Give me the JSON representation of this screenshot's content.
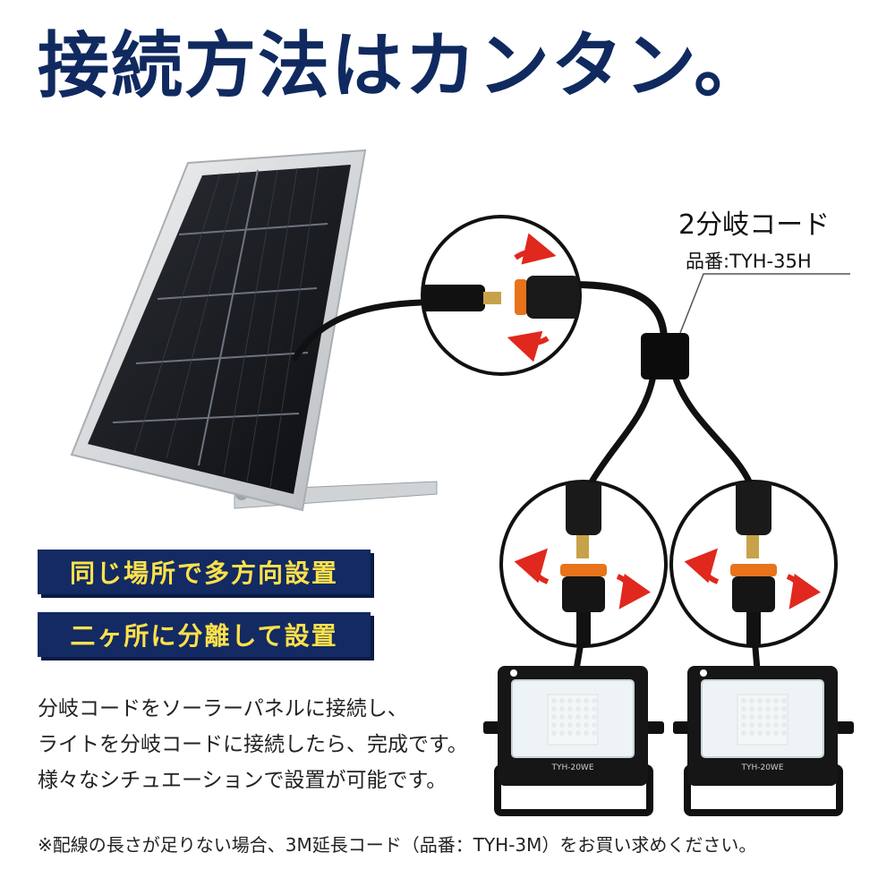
{
  "headline": "接続方法はカンタン。",
  "cord": {
    "title": "2分岐コード",
    "model": "品番:TYH-35H"
  },
  "badges": [
    {
      "label": "同じ場所で多方向設置"
    },
    {
      "label": "二ヶ所に分離して設置"
    }
  ],
  "description": [
    "分岐コードをソーラーパネルに接続し、",
    "ライトを分岐コードに接続したら、完成です。",
    "様々なシチュエーションで設置が可能です。"
  ],
  "note": "※配線の長さが足りない場合、3M延長コード（品番：TYH-3M）をお買い求めください。",
  "floodlights": [
    {
      "model": "TYH-20WE"
    },
    {
      "model": "TYH-20WE"
    }
  ],
  "colors": {
    "headline": "#102a60",
    "badge_bg": "#132a63",
    "badge_text": "#ffe14a",
    "arrow": "#e0281e"
  }
}
